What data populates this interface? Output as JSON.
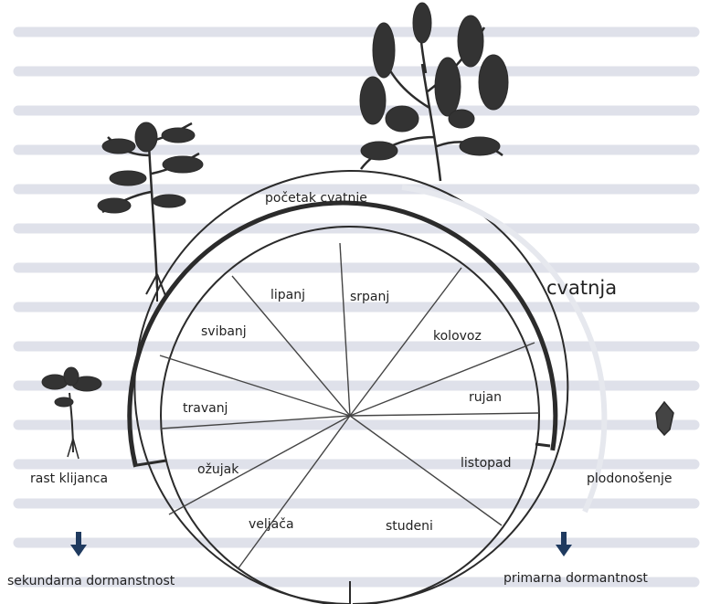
{
  "colors": {
    "ink": "#2b2b2b",
    "arrow": "#1f3a5f",
    "background_text": "#dfe1ea"
  },
  "labels": {
    "pocetak_cvatnje": "početak cvatnje",
    "cvatnja": "cvatnja",
    "rast_klijanca": "rast klijanca",
    "plodonosenje": "plodonošenje",
    "sekundarna": "sekundarna dormanstnost",
    "primarna": "primarna dormantnost"
  },
  "months": [
    {
      "name": "lipanj"
    },
    {
      "name": "srpanj"
    },
    {
      "name": "kolovoz"
    },
    {
      "name": "rujan"
    },
    {
      "name": "listopad"
    },
    {
      "name": "studeni"
    },
    {
      "name": "veljača"
    },
    {
      "name": "ožujak"
    },
    {
      "name": "travanj"
    },
    {
      "name": "svibanj"
    }
  ],
  "icons": {
    "large_plant": "ragweed-flowering-plant-icon",
    "mid_plant": "ragweed-plant-icon",
    "seedling": "seedling-icon",
    "seed": "seed-icon",
    "arrow": "arrow-down-icon"
  }
}
